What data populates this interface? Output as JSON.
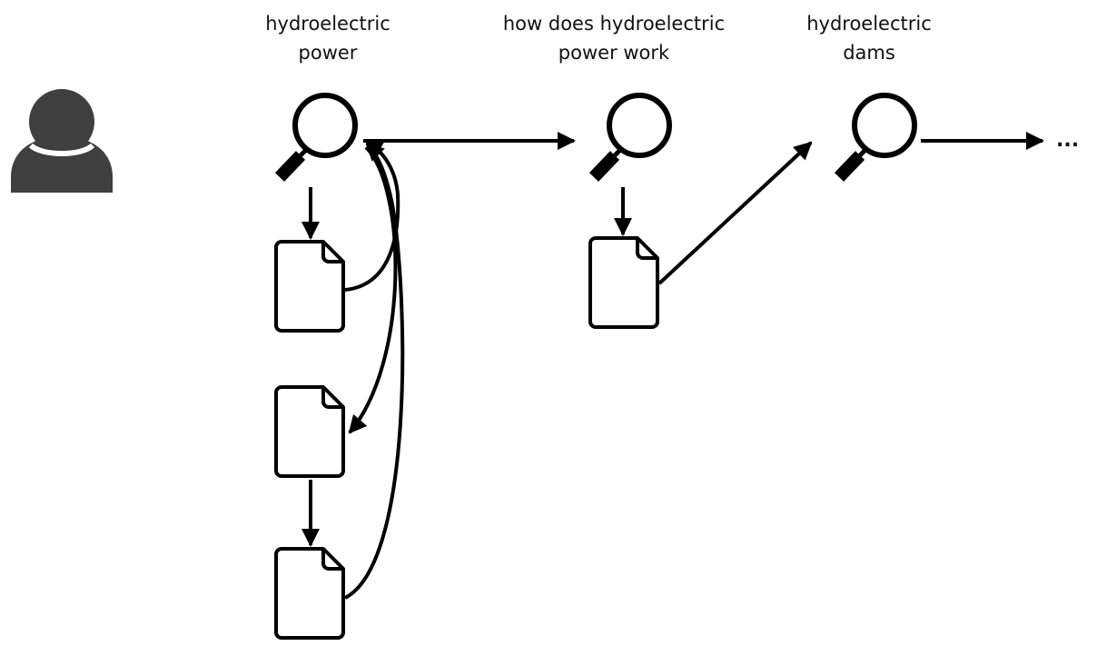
{
  "queries": [
    {
      "line1": "hydroelectric",
      "line2": "power"
    },
    {
      "line1": "how does hydroelectric",
      "line2": "power work"
    },
    {
      "line1": "hydroelectric",
      "line2": "dams"
    }
  ],
  "continuation": "...",
  "icons": {
    "user": "user-icon",
    "search": "magnifier-icon",
    "document": "document-icon"
  },
  "colors": {
    "stroke": "#000000",
    "user_fill": "#3f3f3f"
  }
}
